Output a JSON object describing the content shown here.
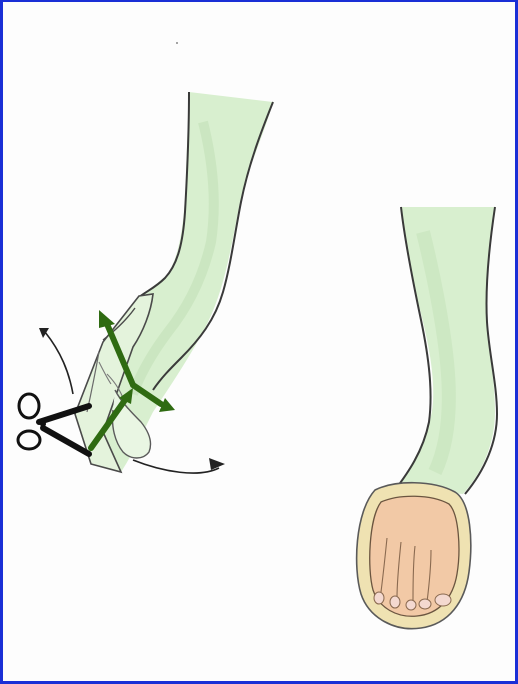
{
  "figure": {
    "panels": [
      {
        "id": "left",
        "subject": "foot-with-cast-being-cut"
      },
      {
        "id": "right",
        "subject": "leg-cast-with-toes-exposed"
      }
    ],
    "colors": {
      "border": "#1a2fd6",
      "cast": "#d8efcf",
      "cast_shadow": "#c6e3bb",
      "arrow_green": "#2f6b12",
      "outline": "#3a3a3a",
      "skin": "#f2c9a6",
      "padding": "#efe2b2",
      "nail": "#f4d9d0"
    },
    "icons": [
      "scissors-icon",
      "rotate-arrow-icon",
      "direction-arrow-icon"
    ]
  }
}
